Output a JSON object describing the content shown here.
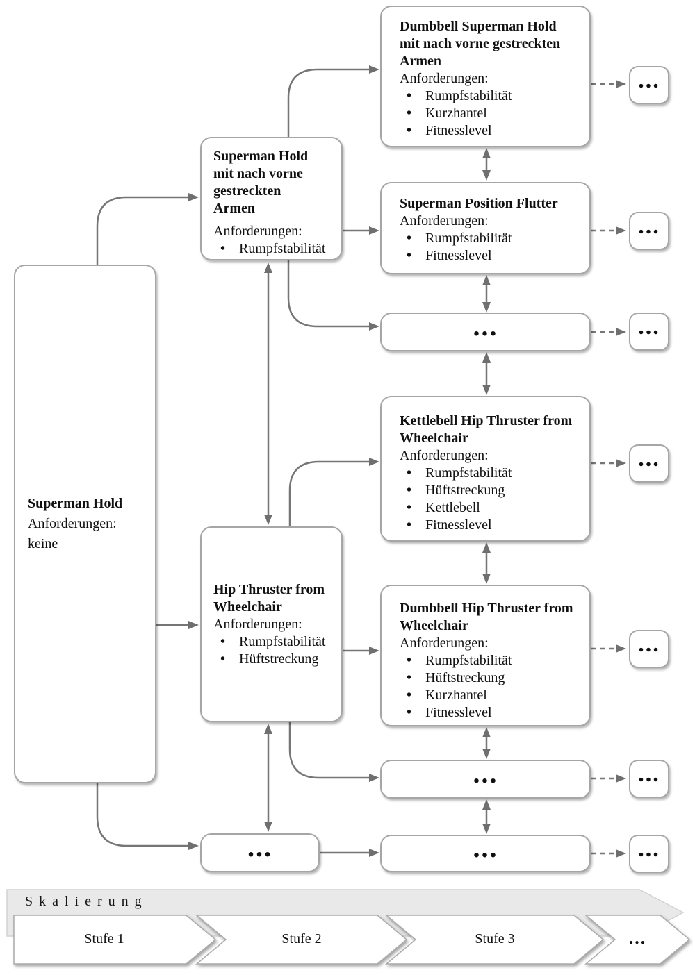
{
  "diagram": {
    "req_label": "Anforderungen:",
    "ellipsis": "...",
    "root": {
      "title": "Superman Hold",
      "none_label": "keine"
    },
    "level2": [
      {
        "title": "Superman Hold mit nach vorne gestreckten Armen",
        "bullets": [
          "Rumpfstabilität"
        ]
      },
      {
        "title": "Hip Thruster from Wheelchair",
        "bullets": [
          "Rumpfstabilität",
          "Hüftstreckung"
        ]
      }
    ],
    "level3": [
      {
        "title": "Dumbbell Superman Hold mit nach vorne gestreckten Armen",
        "bullets": [
          "Rumpfstabilität",
          "Kurzhantel",
          "Fitnesslevel"
        ]
      },
      {
        "title": "Superman Position Flutter",
        "bullets": [
          "Rumpfstabilität",
          "Fitnesslevel"
        ]
      },
      {
        "title": "Kettlebell Hip Thruster from Wheelchair",
        "bullets": [
          "Rumpfstabilität",
          "Hüftstreckung",
          "Kettlebell",
          "Fitnesslevel"
        ]
      },
      {
        "title": "Dumbbell Hip Thruster from Wheelchair",
        "bullets": [
          "Rumpfstabilität",
          "Hüftstreckung",
          "Kurzhantel",
          "Fitnesslevel"
        ]
      }
    ],
    "scaling": {
      "label": "Skalierung",
      "stages": [
        "Stufe 1",
        "Stufe 2",
        "Stufe 3",
        "..."
      ],
      "band_color": "#e9e9e9",
      "chevron_color": "#ffffff"
    },
    "line_color": "#767676"
  }
}
